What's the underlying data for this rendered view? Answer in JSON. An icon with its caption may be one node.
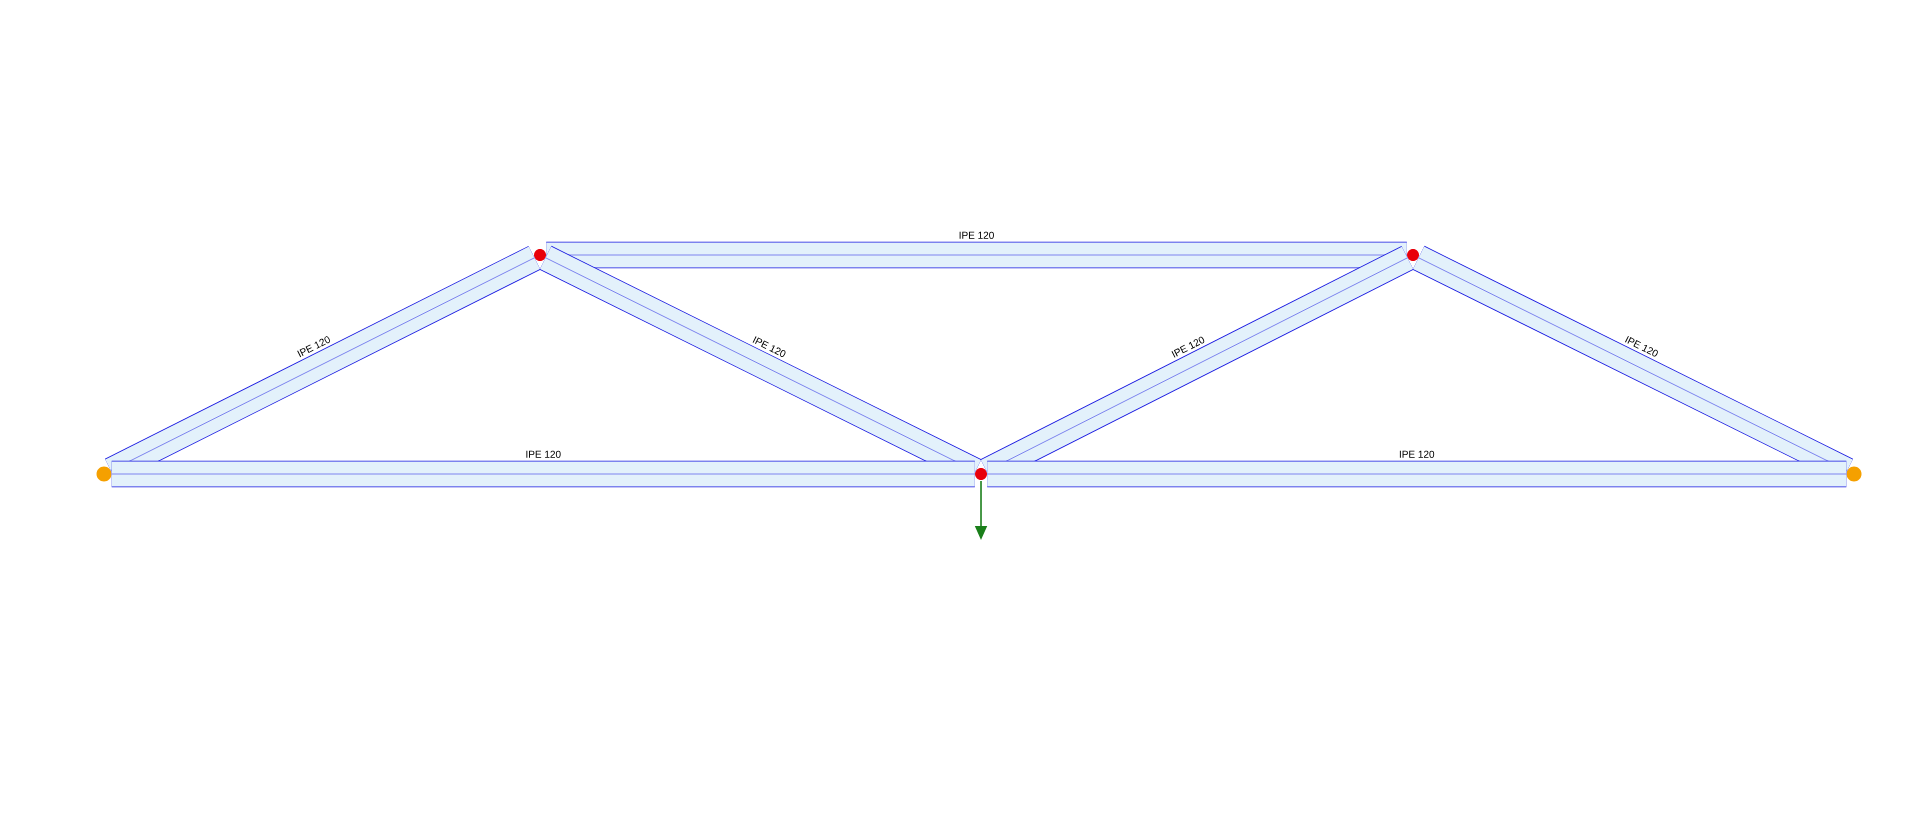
{
  "diagram": {
    "nodes": [
      {
        "text": [],
        "shape": "circle"
      },
      {
        "text": [],
        "shape": "circle"
      },
      {
        "text": [],
        "shape": "circle"
      },
      {
        "text": [],
        "shape": "circle"
      },
      {
        "text": [],
        "shape": "circle"
      }
    ],
    "edges": [
      {
        "from": 1,
        "to": 3,
        "arrow": "none",
        "label": "IPE 120"
      },
      {
        "from": 0,
        "to": 1,
        "arrow": "none",
        "label": "IPE 120"
      },
      {
        "from": 1,
        "to": 2,
        "arrow": "none",
        "label": "IPE 120"
      },
      {
        "from": 2,
        "to": 3,
        "arrow": "none",
        "label": "IPE 120"
      },
      {
        "from": 3,
        "to": 4,
        "arrow": "none",
        "label": "IPE 120"
      },
      {
        "from": 0,
        "to": 2,
        "arrow": "none",
        "label": "IPE 120"
      },
      {
        "from": 2,
        "to": 4,
        "arrow": "none",
        "label": "IPE 120"
      }
    ]
  }
}
